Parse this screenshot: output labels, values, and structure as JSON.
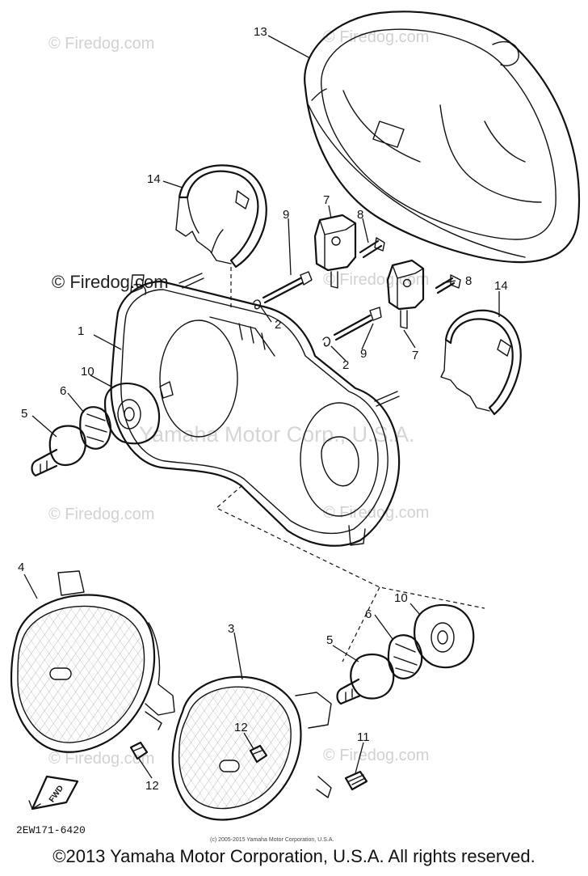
{
  "watermarks": {
    "site": "© Firedog.com",
    "site_faint": "Firedog.com",
    "center": "Yamaha Motor Corp., U.S.A."
  },
  "callouts": [
    {
      "id": "c1",
      "label": "1"
    },
    {
      "id": "c2a",
      "label": "2"
    },
    {
      "id": "c2b",
      "label": "2"
    },
    {
      "id": "c3",
      "label": "3"
    },
    {
      "id": "c4",
      "label": "4"
    },
    {
      "id": "c5a",
      "label": "5"
    },
    {
      "id": "c5b",
      "label": "5"
    },
    {
      "id": "c6a",
      "label": "6"
    },
    {
      "id": "c6b",
      "label": "6"
    },
    {
      "id": "c7a",
      "label": "7"
    },
    {
      "id": "c7b",
      "label": "7"
    },
    {
      "id": "c8a",
      "label": "8"
    },
    {
      "id": "c8b",
      "label": "8"
    },
    {
      "id": "c9a",
      "label": "9"
    },
    {
      "id": "c9b",
      "label": "9"
    },
    {
      "id": "c10a",
      "label": "10"
    },
    {
      "id": "c10b",
      "label": "10"
    },
    {
      "id": "c11",
      "label": "11"
    },
    {
      "id": "c12a",
      "label": "12"
    },
    {
      "id": "c12b",
      "label": "12"
    },
    {
      "id": "c13",
      "label": "13"
    },
    {
      "id": "c14a",
      "label": "14"
    },
    {
      "id": "c14b",
      "label": "14"
    }
  ],
  "diagram_code": "2EW171-6420",
  "fwd_label": "FWD",
  "fine_print": "(c) 2005-2015 Yamaha Motor Corporation, U.S.A.",
  "copyright": "©2013 Yamaha Motor Corporation, U.S.A. All rights reserved."
}
